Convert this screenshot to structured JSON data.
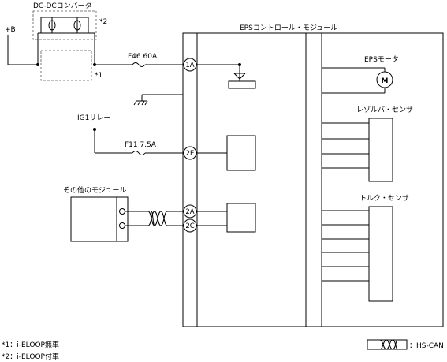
{
  "labels": {
    "b_plus": "+B",
    "dcdc_title": "DC-DCコンバータ",
    "star2": "*2",
    "star1": "*1",
    "fuse_f46": "F46 60A",
    "ig1_relay": "IG1リレー",
    "fuse_f11": "F11 7.5A",
    "other_module": "その他のモジュール",
    "eps_module": "EPSコントロール・モジュール",
    "eps_motor": "EPSモータ",
    "resolver": "レゾルバ・センサ",
    "torque": "トルク・センサ"
  },
  "pins": {
    "p1a": "1A",
    "p2e": "2E",
    "p2a": "2A",
    "p2c": "2C"
  },
  "motor_symbol": "M",
  "notes": {
    "note1": "*1：i-ELOOP無車",
    "note2": "*2：i-ELOOP付車"
  },
  "legend": {
    "hs_can": "：HS-CAN"
  }
}
